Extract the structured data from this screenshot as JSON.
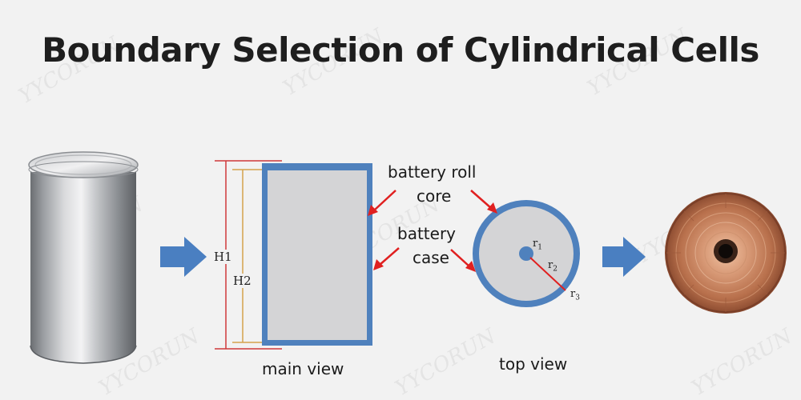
{
  "title": "Boundary Selection of Cylindrical Cells",
  "labels": {
    "roll_core_line1": "battery roll",
    "roll_core_line2": "core",
    "case_line1": "battery",
    "case_line2": "case",
    "main_view": "main view",
    "top_view": "top view",
    "h1": "H1",
    "h2": "H2",
    "r1": "r",
    "r1_sub": "1",
    "r2": "r",
    "r2_sub": "2",
    "r3": "r",
    "r3_sub": "3"
  },
  "colors": {
    "case_blue": "#4f81bd",
    "core_gray": "#d4d4d6",
    "arrow_blue": "#4a7fc1",
    "pointer_red": "#e02020",
    "dim_red": "#d0393b",
    "dim_gold": "#d4a24c"
  }
}
